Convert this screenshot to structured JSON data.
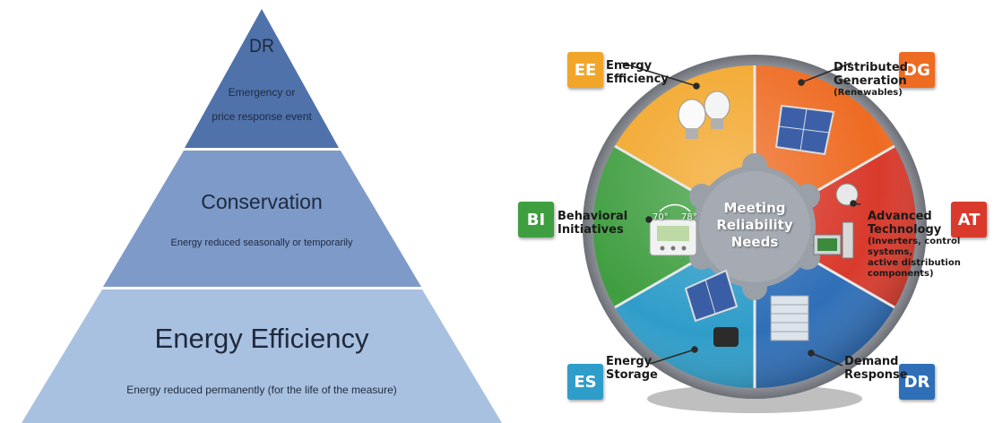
{
  "pyramid": {
    "levels": [
      {
        "title": "DR",
        "subtitle_line1": "Emergency or",
        "subtitle_line2": "price response event",
        "color": "#4d6fa8"
      },
      {
        "title": "Conservation",
        "subtitle": "Energy reduced seasonally or temporarily",
        "color": "#7f9bc8"
      },
      {
        "title": "Energy Efficiency",
        "subtitle": "Energy reduced permanently (for the life of the measure)",
        "color": "#a8c0e0"
      }
    ]
  },
  "wheel": {
    "center": {
      "line1": "Meeting",
      "line2": "Reliability",
      "line3": "Needs"
    },
    "thermostat": {
      "low": "70°",
      "high": "78°"
    },
    "segments": [
      {
        "code": "EE",
        "label_line1": "Energy",
        "label_line2": "Efficiency",
        "color": "#f5a623"
      },
      {
        "code": "DG",
        "label_line1": "Distributed",
        "label_line2": "Generation",
        "note": "(Renewables)",
        "color": "#ee6a1f"
      },
      {
        "code": "AT",
        "label_line1": "Advanced",
        "label_line2": "Technology",
        "note_line1": "(Inverters, control systems,",
        "note_line2": "active distribution components)",
        "color": "#d9302a"
      },
      {
        "code": "DR",
        "label_line1": "Demand",
        "label_line2": "Response",
        "color": "#2f6db5"
      },
      {
        "code": "ES",
        "label_line1": "Energy",
        "label_line2": "Storage",
        "color": "#2e9bc7"
      },
      {
        "code": "BI",
        "label_line1": "Behavioral",
        "label_line2": "Initiatives",
        "color": "#3d9b3f"
      }
    ]
  }
}
